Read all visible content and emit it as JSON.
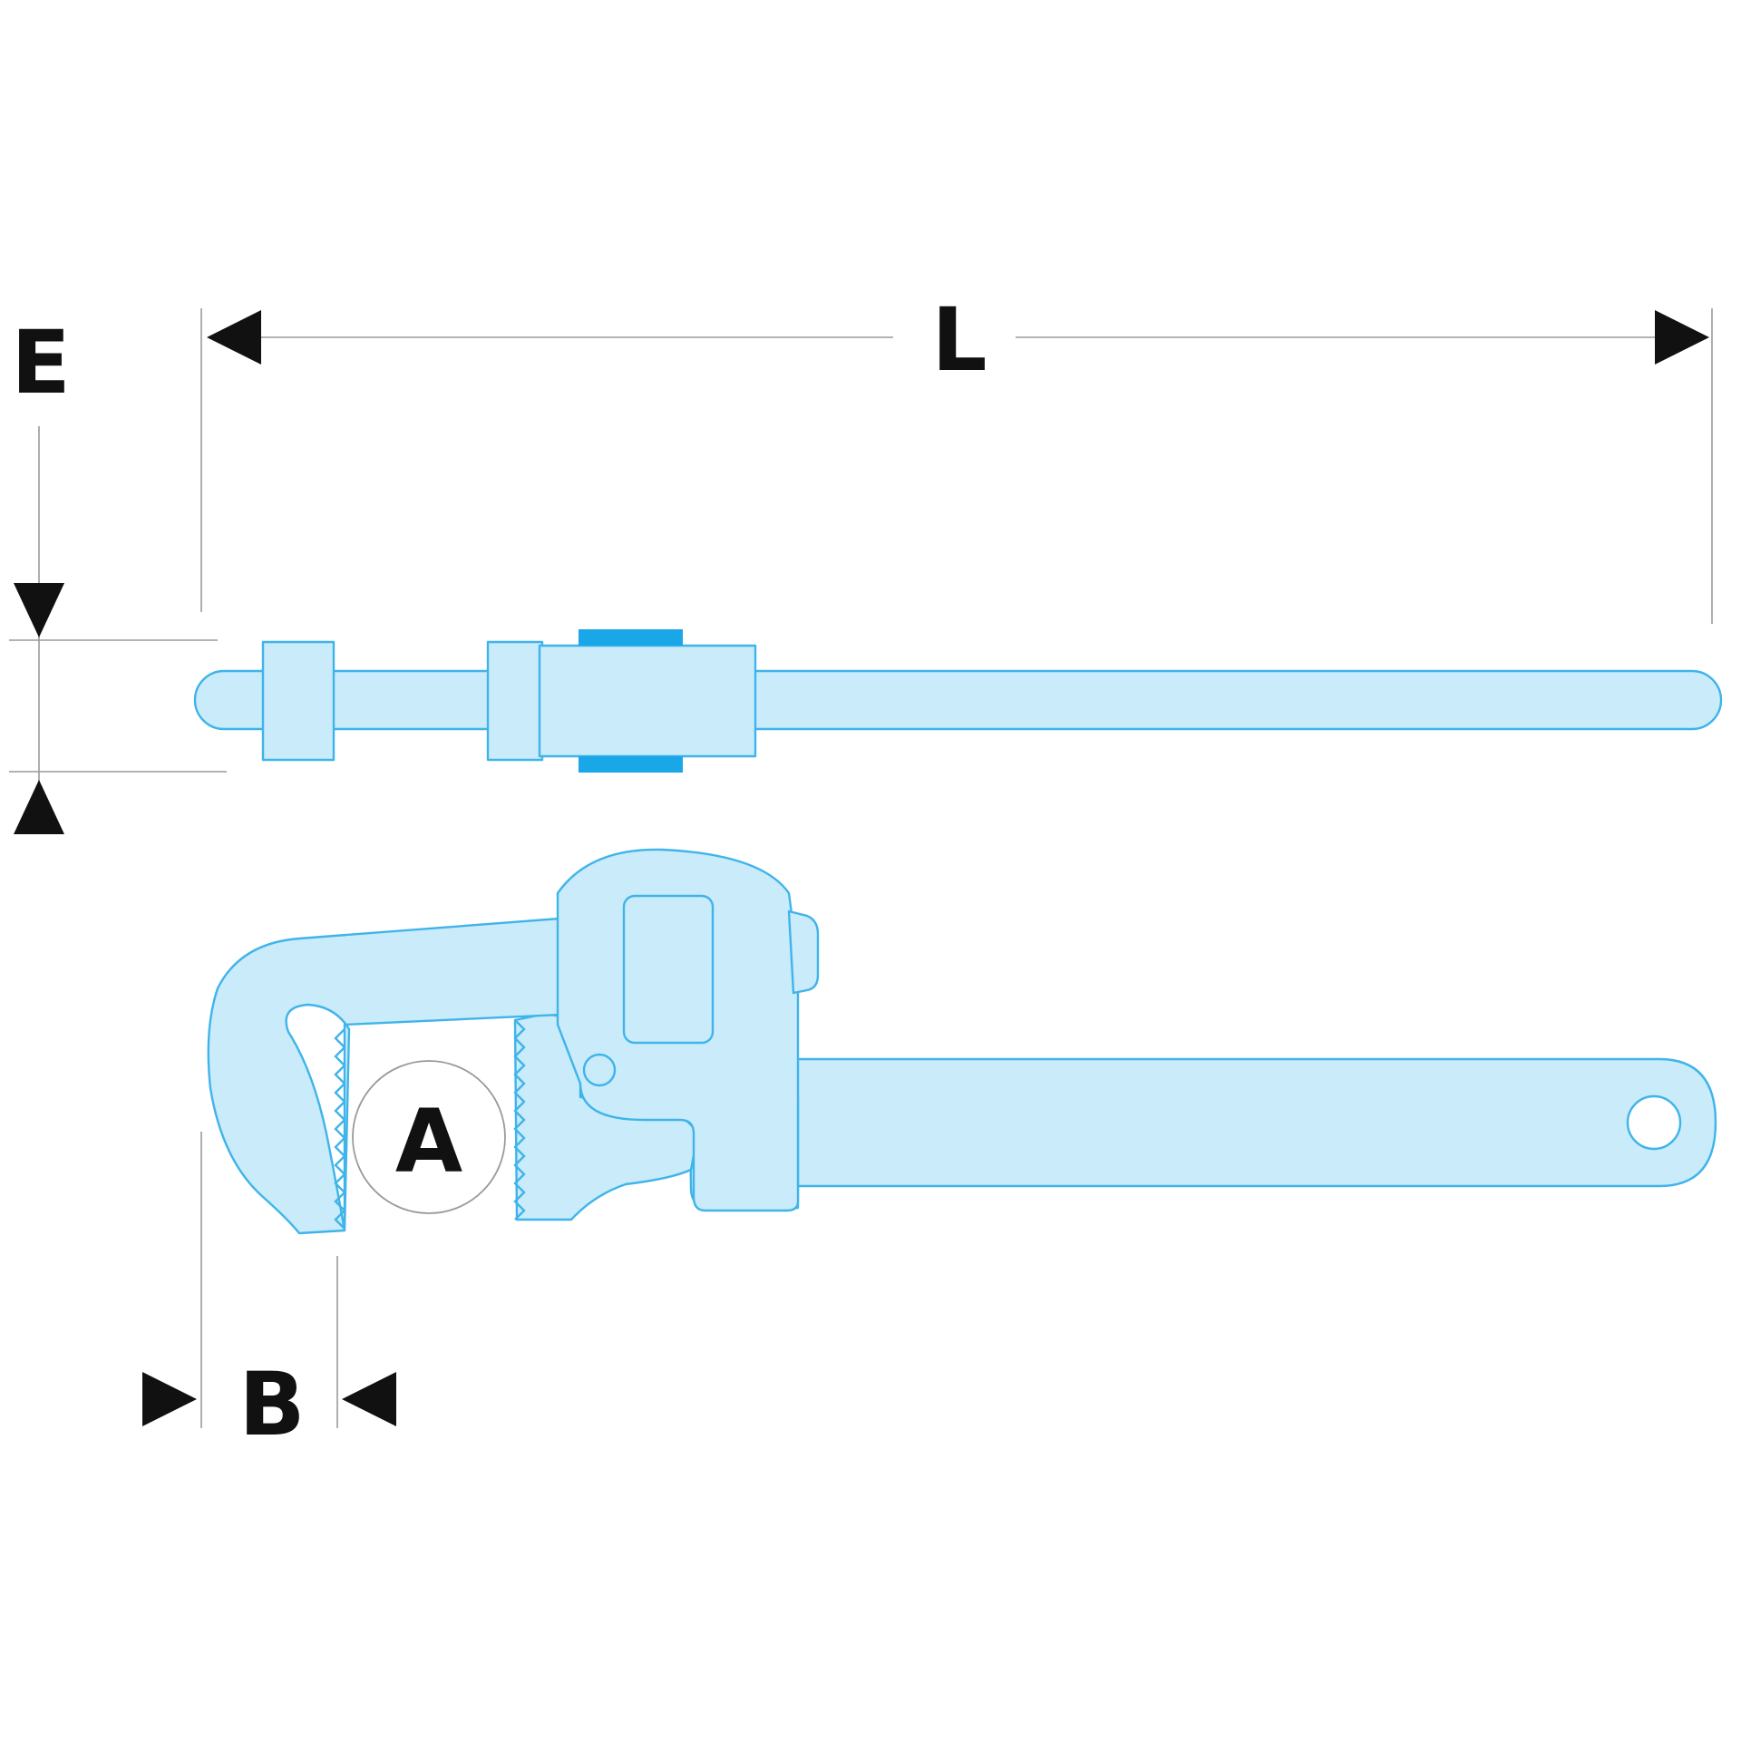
{
  "labels": {
    "length": "L",
    "thickness": "E",
    "capacity": "A",
    "jaw_width": "B"
  },
  "colors": {
    "tool_fill": "#c9ebfa",
    "tool_outline": "#3fb4ea",
    "accent": "#1aa7e8",
    "dimension_arrows": "#111111",
    "dimension_lines": "#9a9a9a"
  }
}
